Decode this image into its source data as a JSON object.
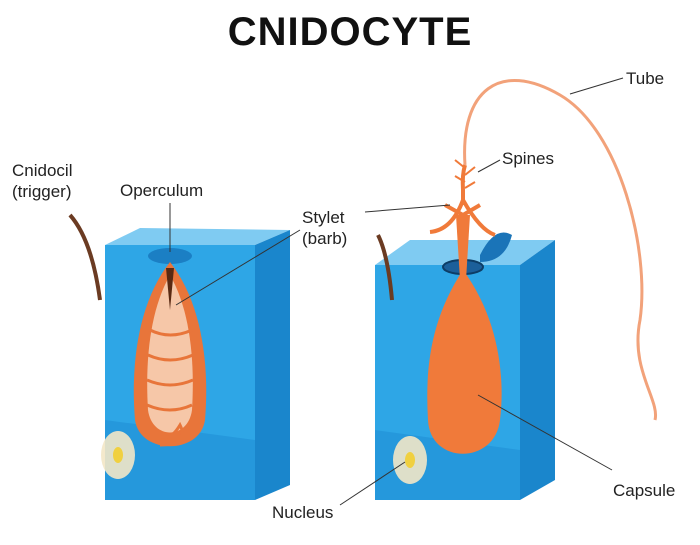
{
  "title": "CNIDOCYTE",
  "labels": {
    "cnidocil": "Cnidocil",
    "cnidocil_sub": "(trigger)",
    "operculum": "Operculum",
    "stylet": "Stylet",
    "stylet_sub": "(barb)",
    "tube": "Tube",
    "spines": "Spines",
    "capsule": "Capsule",
    "nucleus": "Nucleus"
  },
  "colors": {
    "cube_front": "#2ea6e6",
    "cube_side": "#1a86cc",
    "cube_top": "#7fcbf2",
    "capsule": "#f07a3a",
    "tube": "#f2a27a"
  }
}
